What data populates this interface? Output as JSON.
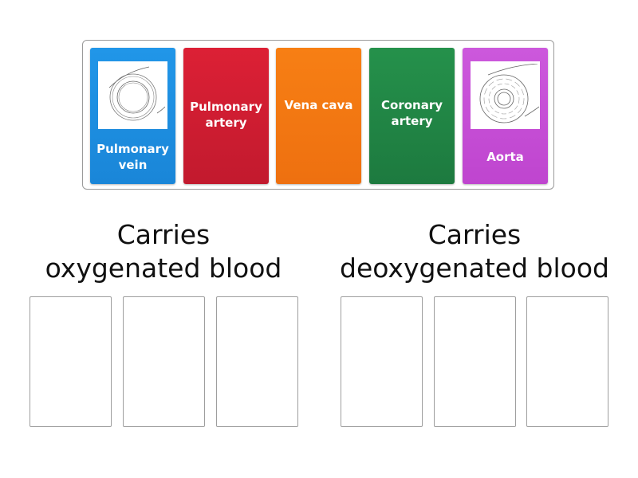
{
  "tray": {
    "cards": [
      {
        "label": "Pulmonary vein",
        "color": "#1f8fe0",
        "has_image": true,
        "image": "vessel-cross-section-vein"
      },
      {
        "label": "Pulmonary artery",
        "color": "#d21f33",
        "has_image": false
      },
      {
        "label": "Vena cava",
        "color": "#f57a12",
        "has_image": false
      },
      {
        "label": "Coronary artery",
        "color": "#218a47",
        "has_image": false
      },
      {
        "label": "Aorta",
        "color": "#c64fd6",
        "has_image": true,
        "image": "vessel-cross-section-aorta"
      }
    ]
  },
  "groups": [
    {
      "heading_line1": "Carries",
      "heading_line2": "oxygenated blood",
      "slots": 3
    },
    {
      "heading_line1": "Carries",
      "heading_line2": "deoxygenated blood",
      "slots": 3
    }
  ]
}
